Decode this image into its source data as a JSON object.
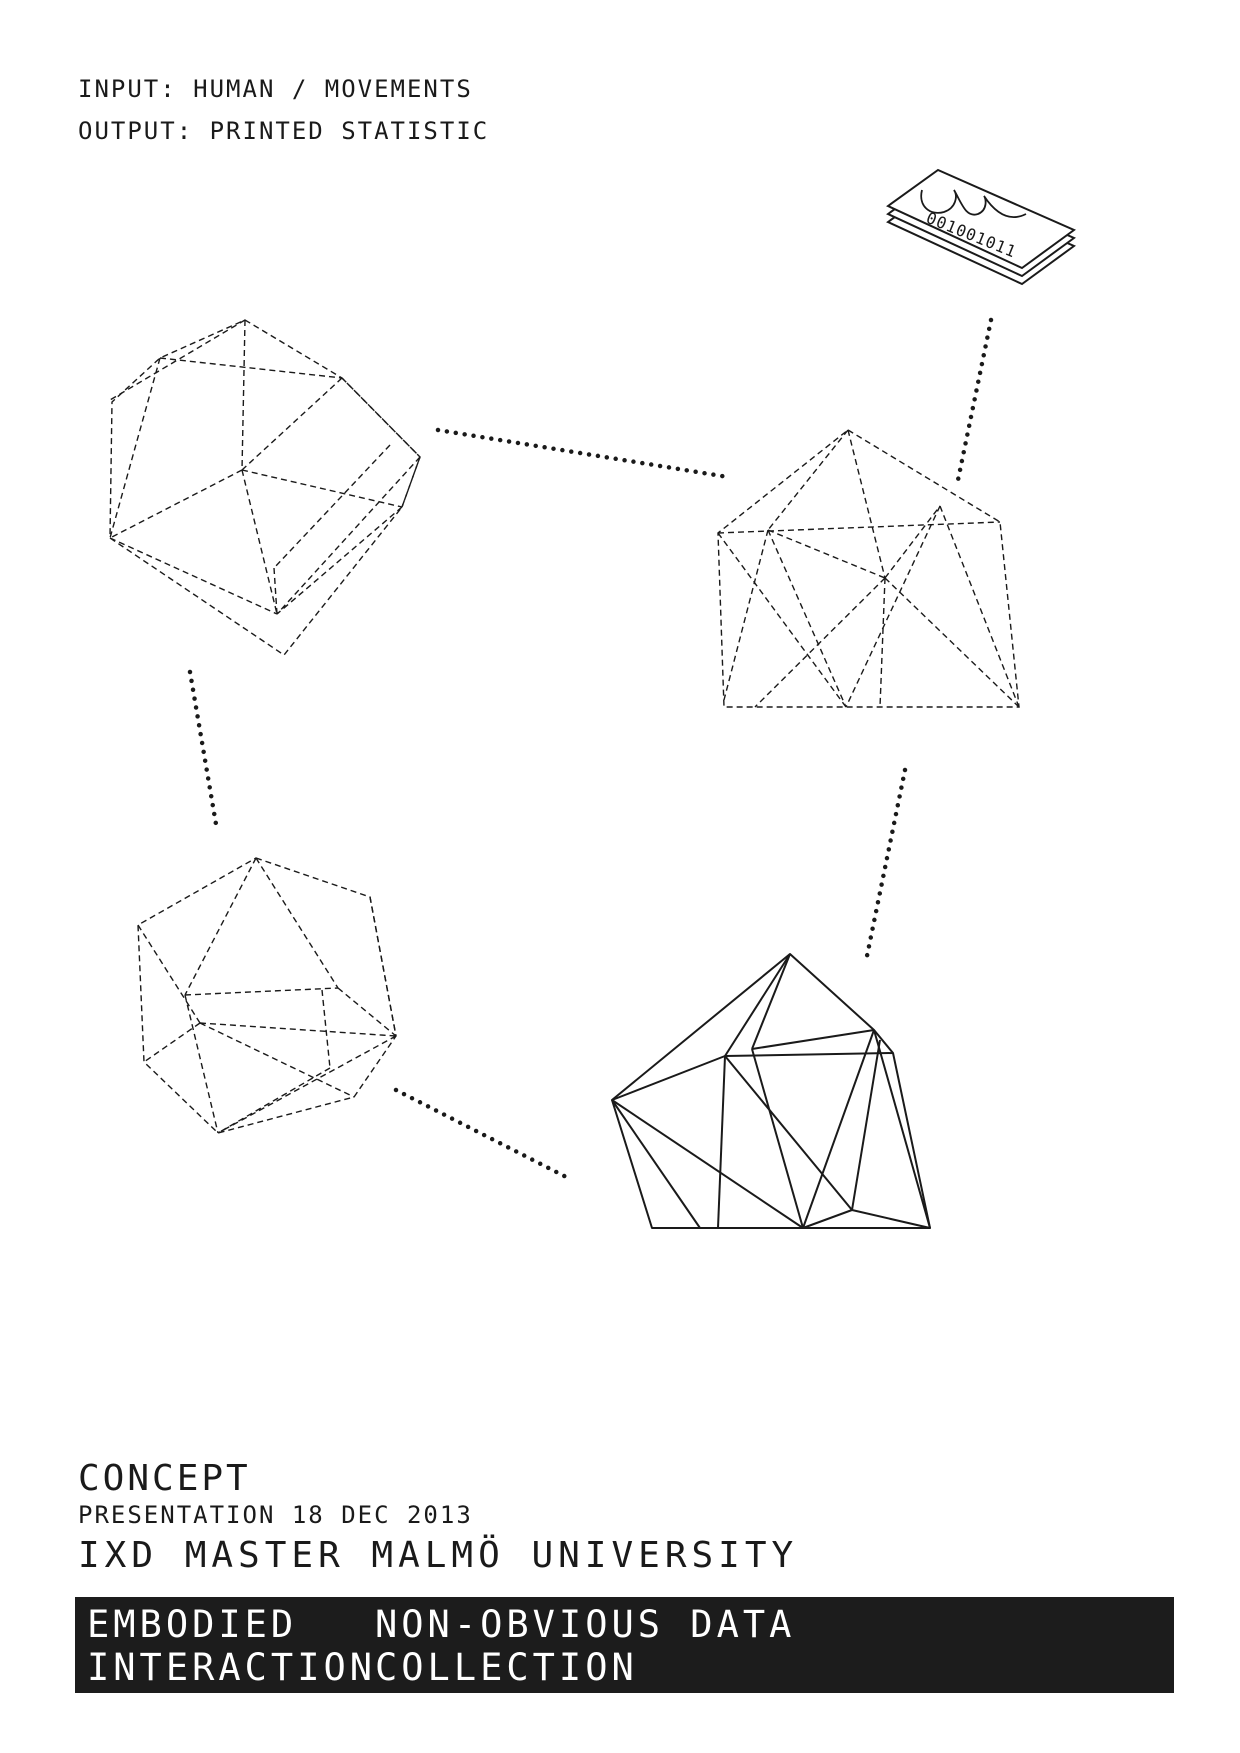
{
  "header": {
    "input_line": "INPUT: HUMAN / MOVEMENTS",
    "output_line": "OUTPUT: PRINTED STATISTIC"
  },
  "receipt": {
    "binary": "001001011"
  },
  "footer": {
    "concept": "CONCEPT",
    "presentation": "PRESENTATION 18 DEC 2013",
    "university": "IXD MASTER MALMÖ UNIVERSITY"
  },
  "banner": {
    "col1_line1": "EMBODIED",
    "col1_line2": "INTERACTION",
    "col2_line1": "NON-OBVIOUS DATA",
    "col2_line2": "COLLECTION"
  },
  "colors": {
    "ink": "#1a1a1a",
    "banner_bg": "#1c1c1c",
    "banner_text": "#ffffff",
    "background": "#ffffff"
  }
}
